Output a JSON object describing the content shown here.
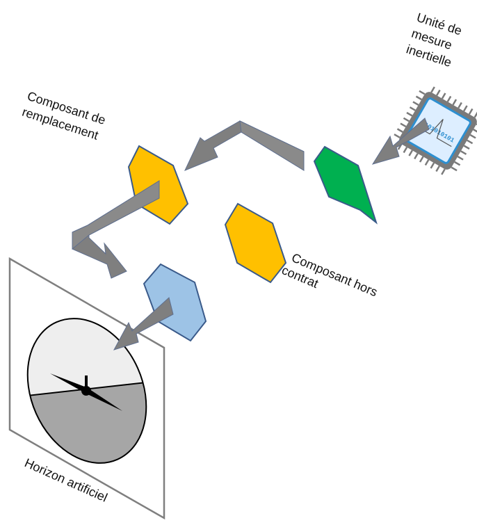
{
  "labels": {
    "imu": [
      "Unité de",
      "mesure",
      "inertielle"
    ],
    "replacement": [
      "Composant de",
      "remplacement"
    ],
    "out_of_contract": [
      "Composant hors",
      "contrat"
    ],
    "horizon": "Horizon artificiel"
  },
  "chip": {
    "bits": "0101010101"
  },
  "colors": {
    "arrow_fill": "#7f7f7f",
    "arrow_stroke": "#5f6f8f",
    "green": "#00b050",
    "yellow": "#ffc000",
    "blue": "#9dc3e6",
    "hex_stroke": "#3a5a8a",
    "chip_body": "#7a7a7a",
    "chip_face": "#ddeeff",
    "chip_border": "#2d8fd0",
    "bits": "#2d8fd0",
    "sky": "#eeeeee",
    "ground": "#a6a6a6",
    "panel_stroke": "#7f7f7f"
  }
}
